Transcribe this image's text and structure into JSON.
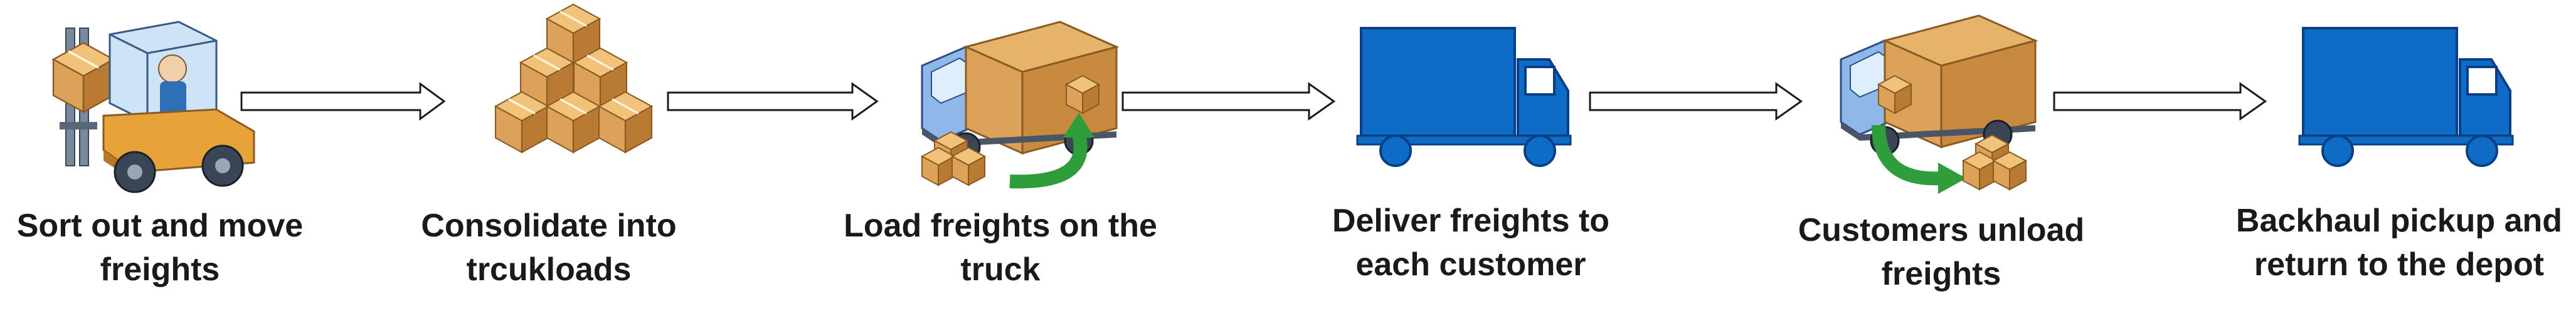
{
  "steps": [
    {
      "icon": "forklift-icon",
      "label_lines": [
        "Sort out and move",
        "freights"
      ]
    },
    {
      "icon": "boxes-pyramid-icon",
      "label_lines": [
        "Consolidate into",
        "trcukloads"
      ]
    },
    {
      "icon": "truck-loading-icon",
      "label_lines": [
        "Load freights on the",
        "truck"
      ]
    },
    {
      "icon": "delivery-truck-icon",
      "label_lines": [
        "Deliver freights to",
        "each customer"
      ]
    },
    {
      "icon": "truck-unloading-icon",
      "label_lines": [
        "Customers unload",
        "freights"
      ]
    },
    {
      "icon": "delivery-truck-icon",
      "label_lines": [
        "Backhaul pickup and",
        "return to the depot"
      ]
    }
  ],
  "arrows": 5,
  "colors": {
    "truck_blue": "#0f6cc6",
    "truck_dark": "#0a3f86",
    "box_tan": "#dca25a",
    "box_dark": "#9c6328",
    "green_arrow": "#2f9e3a",
    "text": "#1a1a1a"
  }
}
